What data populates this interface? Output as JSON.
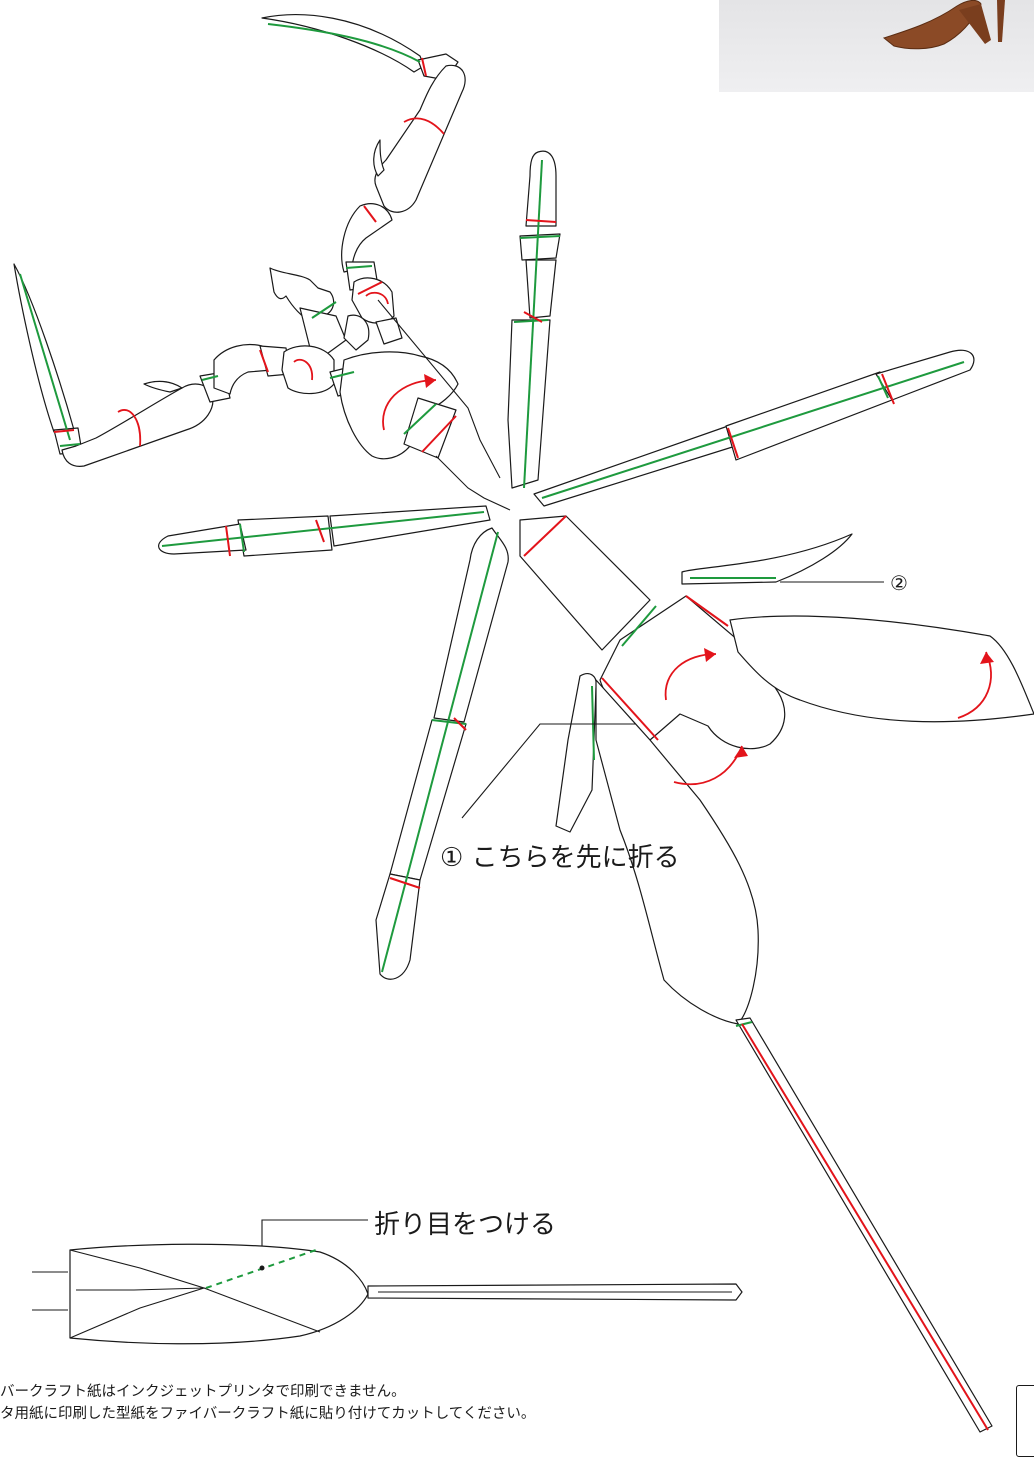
{
  "annotations": {
    "step2_marker": "②",
    "step1_label": "① こちらを先に折る",
    "crease_label": "折り目をつける"
  },
  "notes": [
    "バークラフト紙はインクジェットプリンタで印刷できません。",
    "タ用紙に印刷した型紙をファイバークラフト紙に貼り付けてカットしてください。"
  ],
  "legend_colors": {
    "valley_fold": "#1e9a3e",
    "mountain_fold": "#e3141b",
    "outline": "#1a1a1a"
  }
}
